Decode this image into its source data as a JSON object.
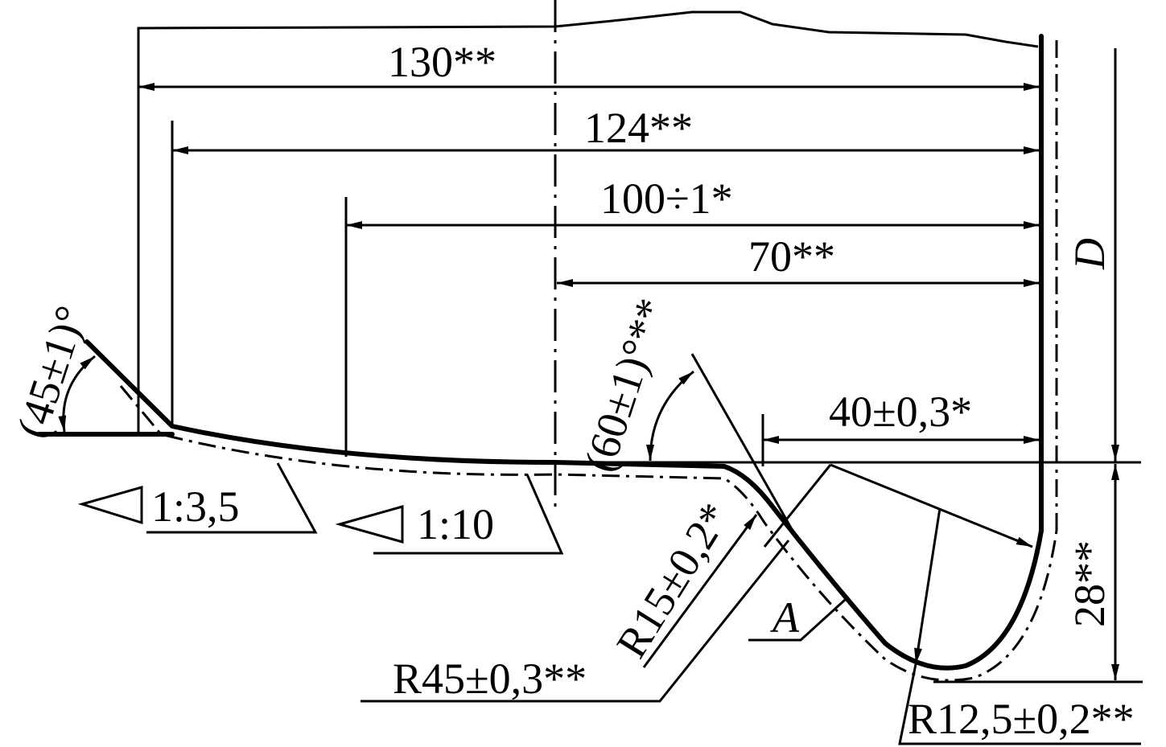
{
  "drawing": {
    "dimensions": {
      "d130": "130**",
      "d124": "124**",
      "d100": "100÷1*",
      "d70": "70**",
      "d40": "40±0,3*",
      "d28": "28**",
      "D": "D",
      "angle45": "(45±1)°",
      "angle60": "(60±1)°**",
      "r15": "R15±0,2*",
      "r45": "R45±0,3**",
      "r12": "R12,5±0,2**",
      "taper1": "1:3,5",
      "taper2": "1:10",
      "label_A": "A"
    }
  }
}
